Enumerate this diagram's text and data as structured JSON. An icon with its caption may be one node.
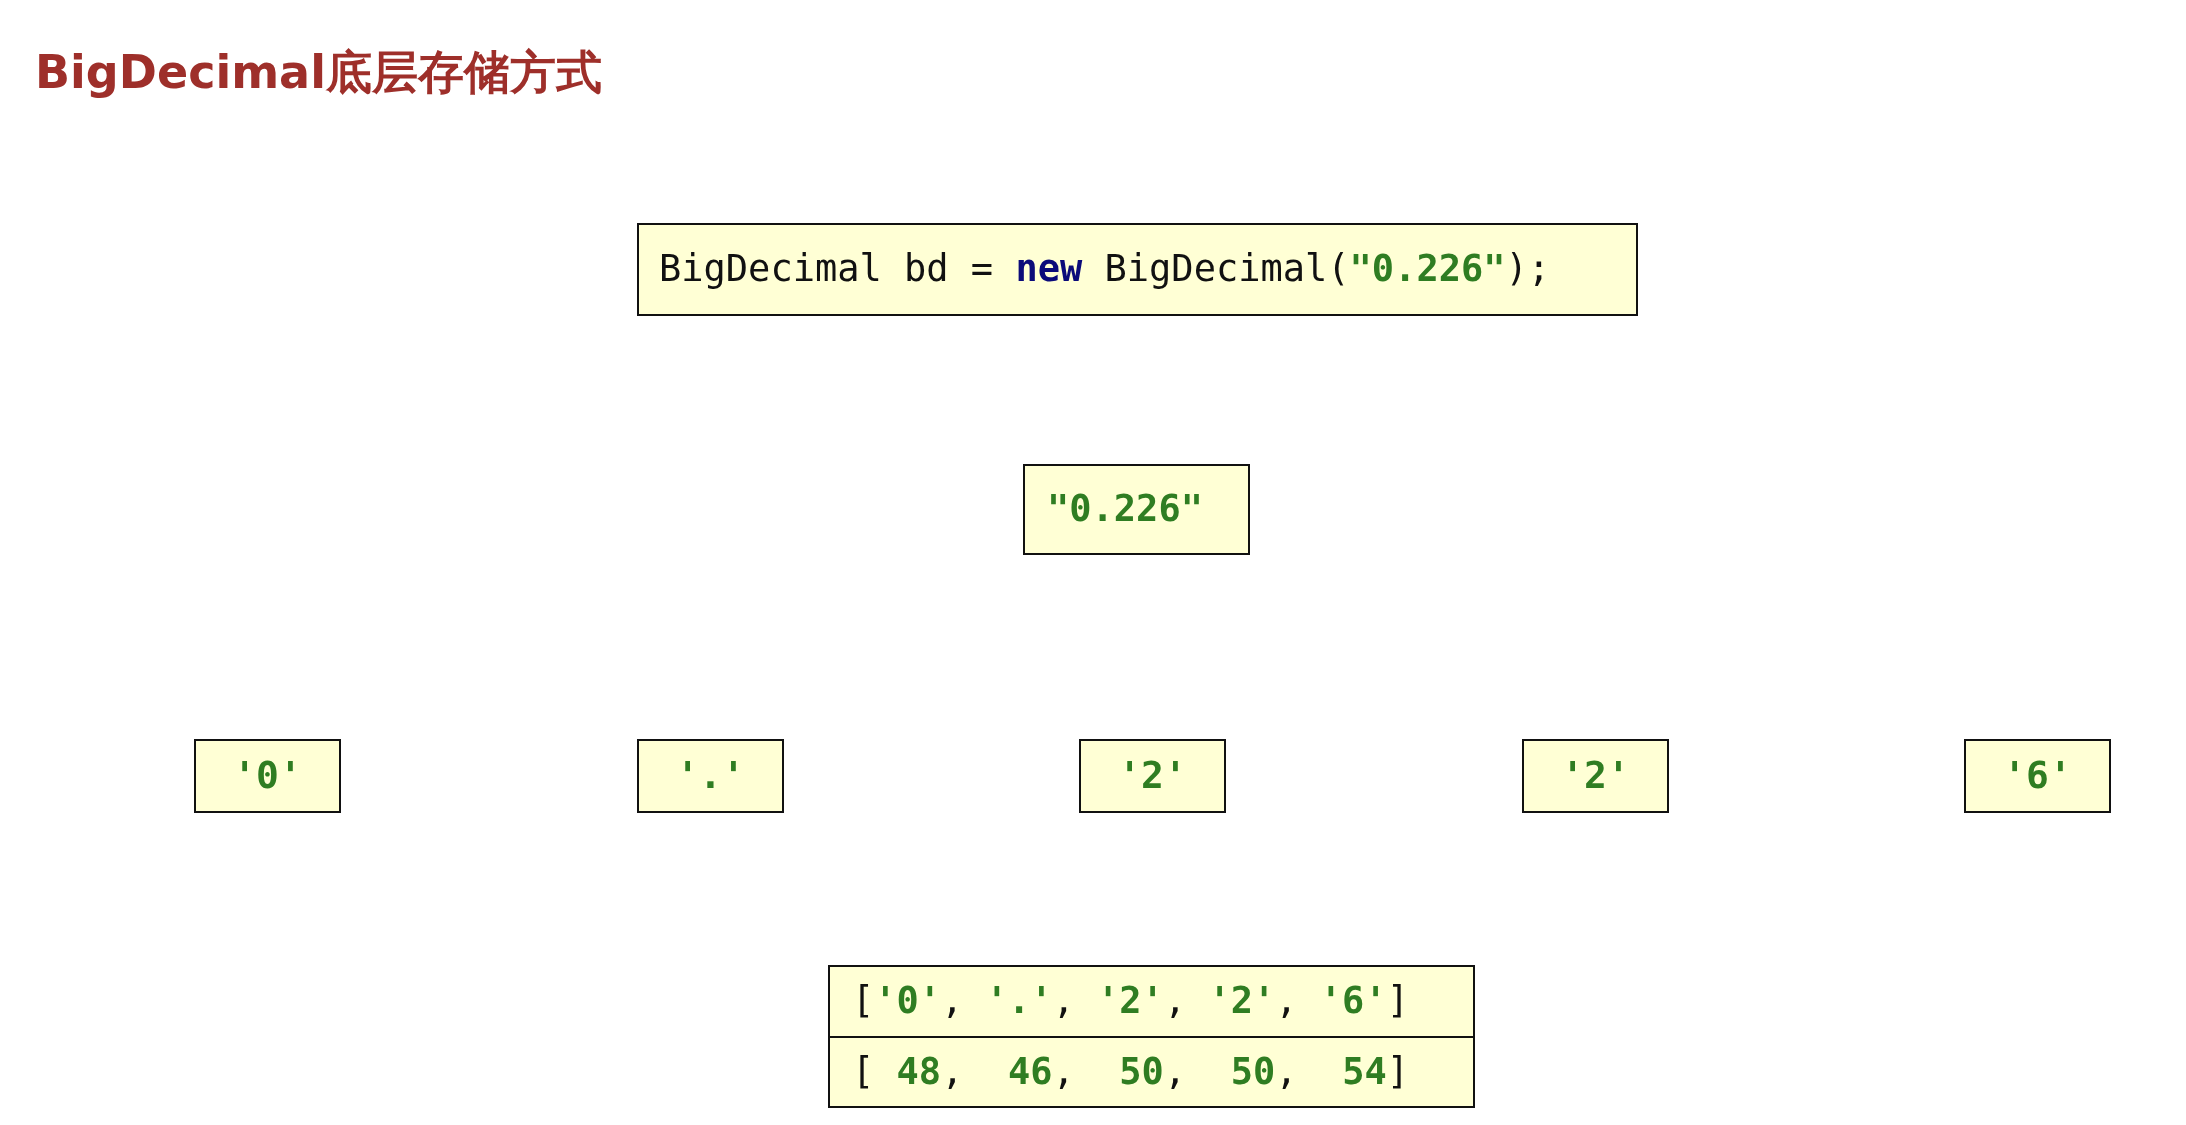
{
  "diagram": {
    "title": "BigDecimal底层存储方式",
    "nodes": [
      {
        "text": [
          "BigDecimal bd = **new** BigDecimal(**\"0.226\"**);"
        ]
      },
      {
        "text": [
          "\"0.226\""
        ]
      },
      {
        "text": [
          "'0'"
        ]
      },
      {
        "text": [
          "'.'"
        ]
      },
      {
        "text": [
          "'2'"
        ]
      },
      {
        "text": [
          "'2'"
        ]
      },
      {
        "text": [
          "'6'"
        ]
      },
      {
        "text": [
          "[**'0'**, **'.'**, **'2'**, **'2'**, **'6'**]",
          "[ **48**,  **46**,  **50**,  **50**,  **54**]"
        ]
      }
    ],
    "edges": []
  }
}
